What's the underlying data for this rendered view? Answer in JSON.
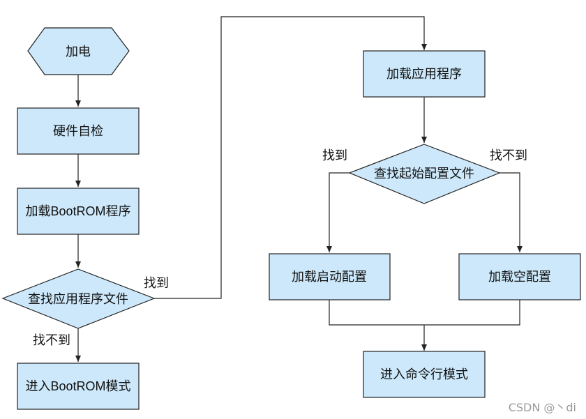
{
  "colors": {
    "node_fill": "#cce8fa",
    "stroke": "#222222",
    "text": "#111111",
    "watermark": "#9a9a9a"
  },
  "nodes": {
    "power_on": "加电",
    "self_check": "硬件自检",
    "load_bootrom": "加载BootROM程序",
    "find_app": "查找应用程序文件",
    "enter_bootrom": "进入BootROM模式",
    "load_app": "加载应用程序",
    "find_startup_config": "查找起始配置文件",
    "load_startup_config": "加载启动配置",
    "load_empty_config": "加载空配置",
    "enter_cli": "进入命令行模式"
  },
  "edge_labels": {
    "app_found": "找到",
    "app_not_found": "找不到",
    "config_found": "找到",
    "config_not_found": "找不到"
  },
  "watermark": "CSDN @丶di"
}
